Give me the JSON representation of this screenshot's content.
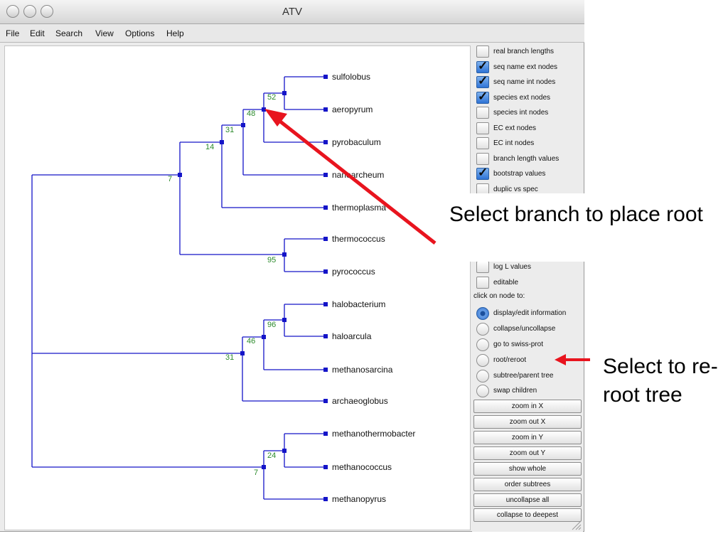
{
  "window": {
    "title": "ATV"
  },
  "menu": [
    "File",
    "Edit",
    "Search",
    "View",
    "Options",
    "Help"
  ],
  "tree": {
    "leaves": [
      "sulfolobus",
      "aeropyrum",
      "pyrobaculum",
      "nanoarcheum",
      "thermoplasma",
      "thermococcus",
      "pyrococcus",
      "halobacterium",
      "haloarcula",
      "methanosarcina",
      "archaeoglobus",
      "methanothermobacter",
      "methanococcus",
      "methanopyrus"
    ],
    "bootstrap": [
      "52",
      "48",
      "31",
      "14",
      "7",
      "95",
      "96",
      "46",
      "31",
      "24",
      "7"
    ]
  },
  "panel": {
    "checkboxes": [
      {
        "label": "real branch lengths",
        "checked": false
      },
      {
        "label": "seq name ext nodes",
        "checked": true
      },
      {
        "label": "seq name int nodes",
        "checked": true
      },
      {
        "label": "species ext nodes",
        "checked": true
      },
      {
        "label": "species int nodes",
        "checked": false
      },
      {
        "label": "EC ext nodes",
        "checked": false
      },
      {
        "label": "EC int nodes",
        "checked": false
      },
      {
        "label": "branch length values",
        "checked": false
      },
      {
        "label": "bootstrap values",
        "checked": true
      },
      {
        "label": "duplic vs spec",
        "checked": false
      }
    ],
    "checkboxes_lower": [
      {
        "label": "log L values",
        "checked": false
      },
      {
        "label": "editable",
        "checked": false
      }
    ],
    "click_caption": "click on node to:",
    "radios": [
      {
        "label": "display/edit information",
        "selected": true
      },
      {
        "label": "collapse/uncollapse",
        "selected": false
      },
      {
        "label": "go to swiss-prot",
        "selected": false
      },
      {
        "label": "root/reroot",
        "selected": false
      },
      {
        "label": "subtree/parent tree",
        "selected": false
      },
      {
        "label": "swap children",
        "selected": false
      }
    ],
    "buttons": [
      "zoom in X",
      "zoom out X",
      "zoom in Y",
      "zoom out Y",
      "show whole",
      "order subtrees",
      "uncollapse all",
      "collapse to deepest"
    ]
  },
  "annotations": {
    "callout": "Select branch to place root",
    "side_note": "Select to re-root tree"
  },
  "colors": {
    "branch": "#1414c8",
    "bootstrap": "#2b8a2b",
    "arrow": "#e8141e"
  }
}
